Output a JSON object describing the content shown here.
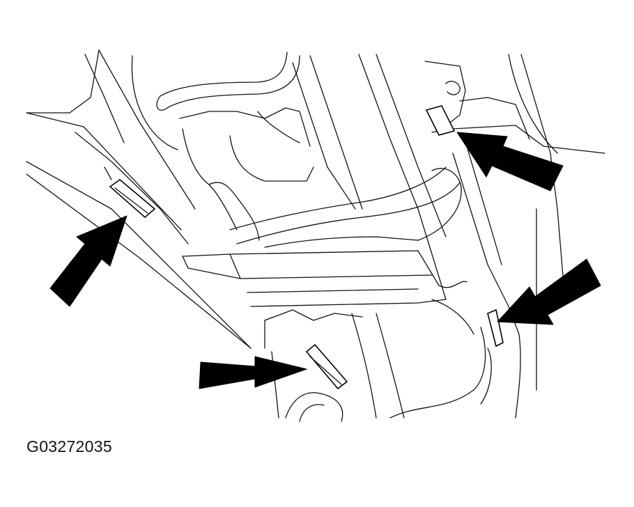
{
  "figure": {
    "label": "G03272035",
    "colors": {
      "line": "#111111",
      "arrow": "#000000",
      "background": "#ffffff"
    },
    "callouts": [
      {
        "name": "arrow-upper-right",
        "icon": "arrow-icon"
      },
      {
        "name": "arrow-left",
        "icon": "arrow-icon"
      },
      {
        "name": "arrow-right",
        "icon": "arrow-icon"
      },
      {
        "name": "arrow-bottom",
        "icon": "arrow-icon"
      }
    ]
  }
}
